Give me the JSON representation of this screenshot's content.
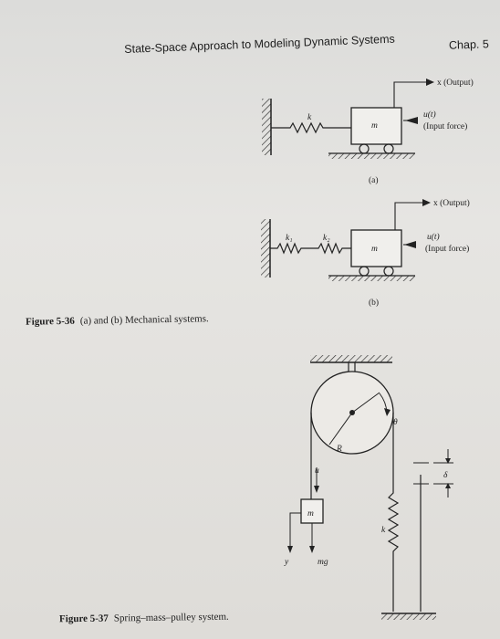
{
  "header": {
    "running_title": "State-Space Approach to Modeling Dynamic Systems",
    "chapter": "Chap. 5"
  },
  "figure_5_36": {
    "number": "Figure 5-36",
    "caption": "(a) and (b) Mechanical systems.",
    "part_a": {
      "label": "(a)",
      "spring_label": "k",
      "mass_label": "m",
      "output_label": "x (Output)",
      "input_symbol": "u(t)",
      "input_label": "(Input force)"
    },
    "part_b": {
      "label": "(b)",
      "spring1_label": "k₁",
      "spring2_label": "k₂",
      "mass_label": "m",
      "output_label": "x (Output)",
      "input_symbol": "u(t)",
      "input_label": "(Input force)"
    }
  },
  "figure_5_37": {
    "number": "Figure 5-37",
    "caption": "Spring–mass–pulley system.",
    "labels": {
      "theta": "θ",
      "radius": "R",
      "u": "u",
      "mass": "m",
      "y": "y",
      "weight": "mg",
      "spring": "k",
      "delta": "δ"
    }
  }
}
